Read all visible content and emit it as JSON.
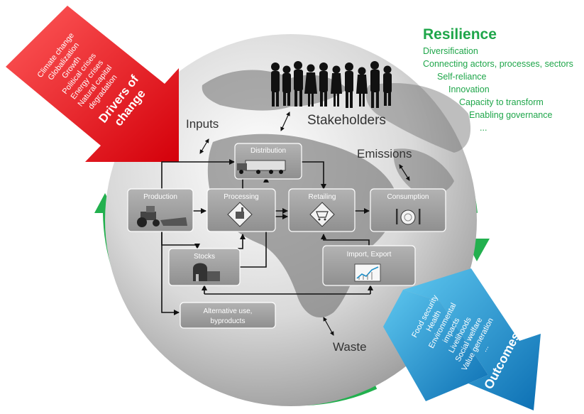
{
  "drivers": {
    "title_line1": "Drivers of",
    "title_line2": "change",
    "items": [
      "Climate change",
      "Globalization",
      "Growth",
      "Political crises",
      "Energy crises",
      "Natural capital",
      "degradation"
    ],
    "color": "#e8141b"
  },
  "resilience": {
    "title": "Resilience",
    "items": [
      "Diversification",
      "Connecting actors, processes, sectors",
      "Self-reliance",
      "Innovation",
      "Capacity to transform",
      "Enabling governance",
      "..."
    ],
    "color": "#1fa64a"
  },
  "outcomes": {
    "title": "Outcomes",
    "items": [
      "Food security",
      "Health",
      "Environmental",
      "impacts",
      "Livelihoods",
      "Social welfare",
      "Value generation",
      "..."
    ],
    "color": "#1e8fc8"
  },
  "flows": {
    "inputs": "Inputs",
    "stakeholders": "Stakeholders",
    "emissions": "Emissions",
    "waste": "Waste"
  },
  "nodes": {
    "distribution": "Distribution",
    "production": "Production",
    "processing": "Processing",
    "retailing": "Retailing",
    "consumption": "Consumption",
    "stocks": "Stocks",
    "import_export": "Import, Export",
    "alt_use_line1": "Alternative use,",
    "alt_use_line2": "byproducts"
  },
  "icons": {
    "distribution": "truck-icon",
    "production": "tractor-icon",
    "processing": "factory-icon",
    "retailing": "shopping-cart-icon",
    "consumption": "plate-cutlery-icon",
    "stocks": "silo-barn-icon",
    "import_export": "rising-chart-icon",
    "stakeholders": "people-silhouettes-icon"
  }
}
